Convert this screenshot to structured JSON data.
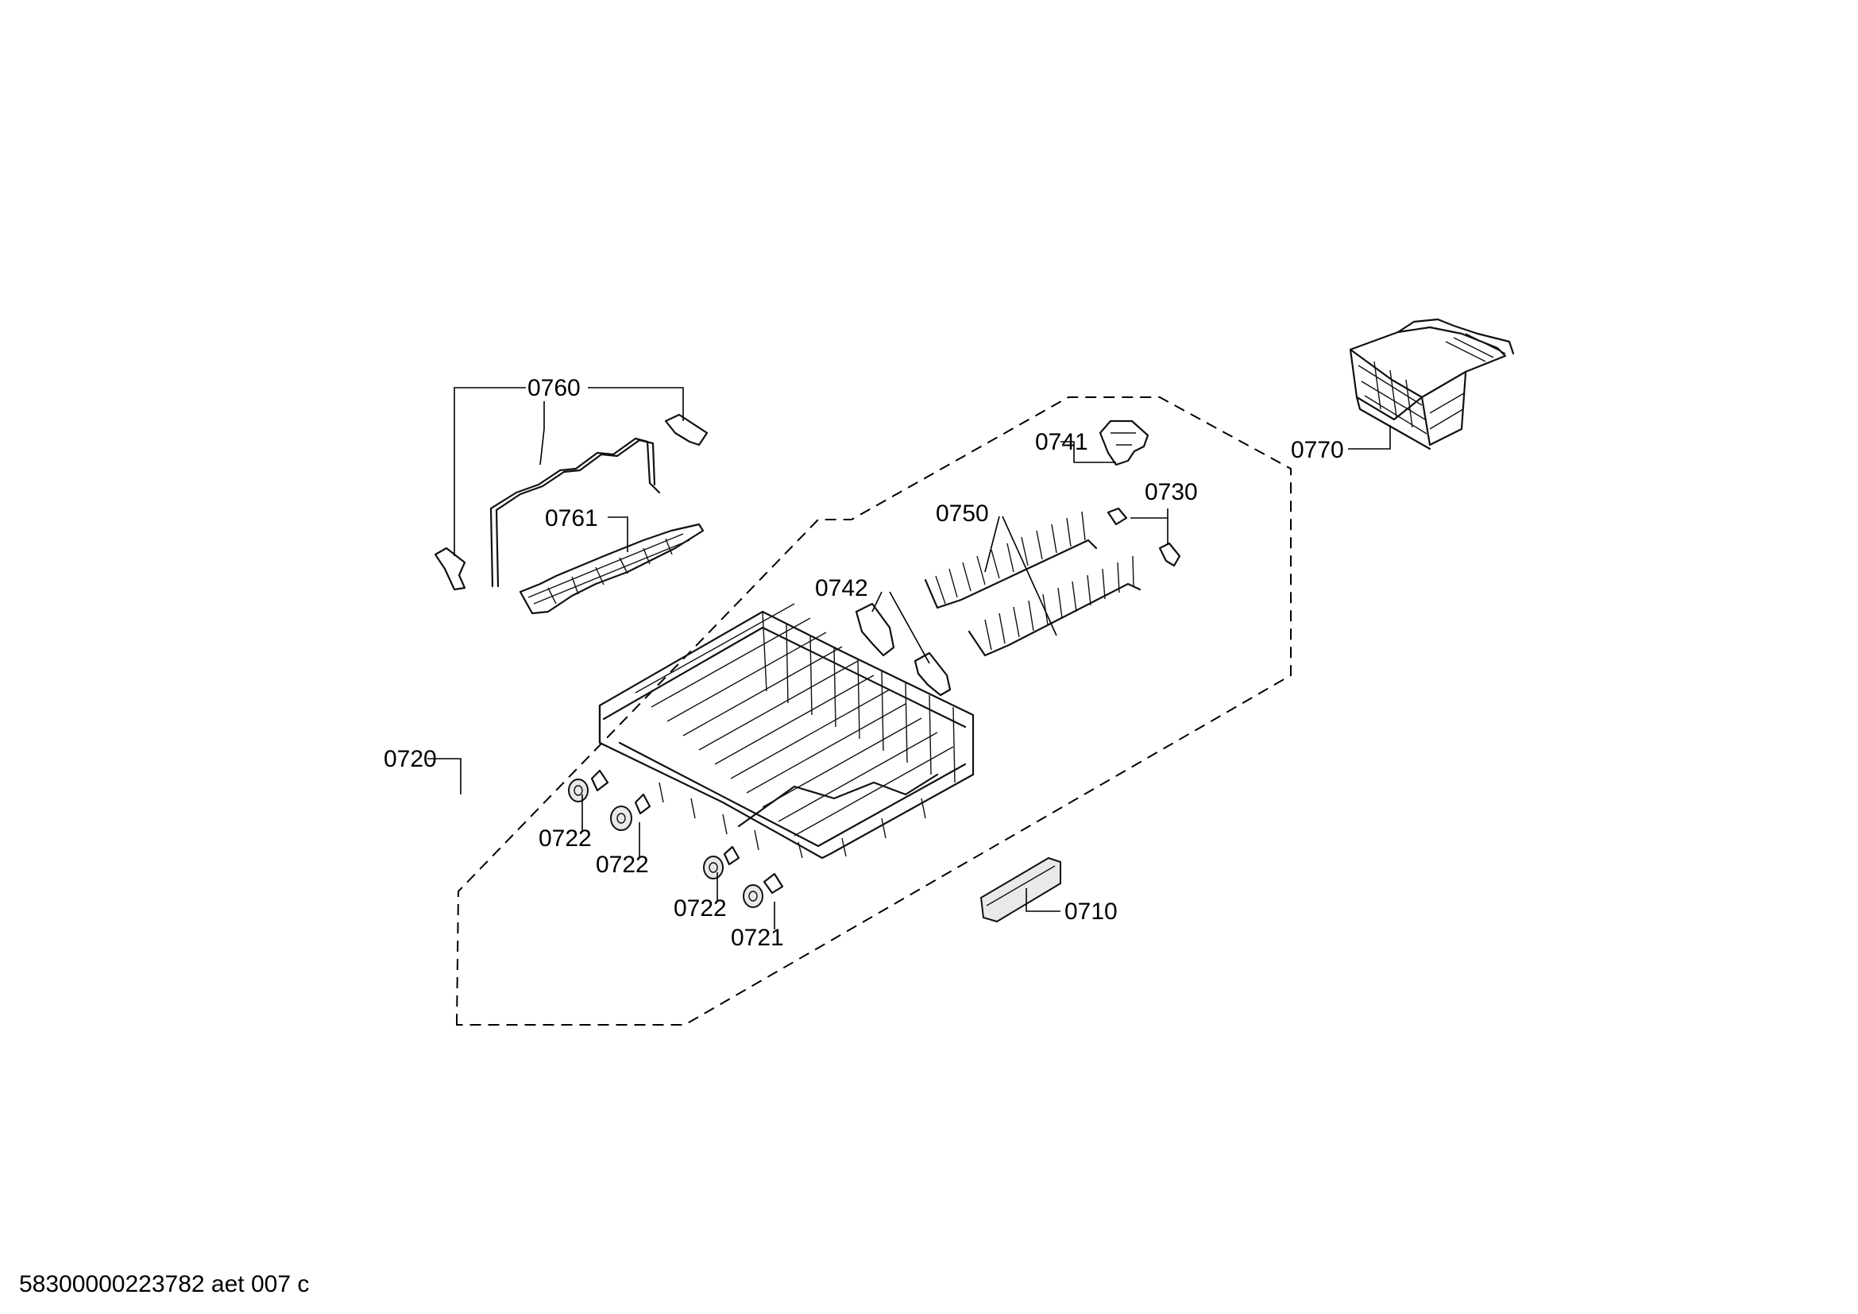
{
  "diagram": {
    "parts": [
      {
        "id": "p0760",
        "label": "0760"
      },
      {
        "id": "p0761",
        "label": "0761"
      },
      {
        "id": "p0741",
        "label": "0741"
      },
      {
        "id": "p0730",
        "label": "0730"
      },
      {
        "id": "p0750",
        "label": "0750"
      },
      {
        "id": "p0742",
        "label": "0742"
      },
      {
        "id": "p0770",
        "label": "0770"
      },
      {
        "id": "p0720",
        "label": "0720"
      },
      {
        "id": "p0722a",
        "label": "0722"
      },
      {
        "id": "p0722b",
        "label": "0722"
      },
      {
        "id": "p0722c",
        "label": "0722"
      },
      {
        "id": "p0721",
        "label": "0721"
      },
      {
        "id": "p0710",
        "label": "0710"
      }
    ],
    "footer_code": "58300000223782 aet 007 c"
  }
}
